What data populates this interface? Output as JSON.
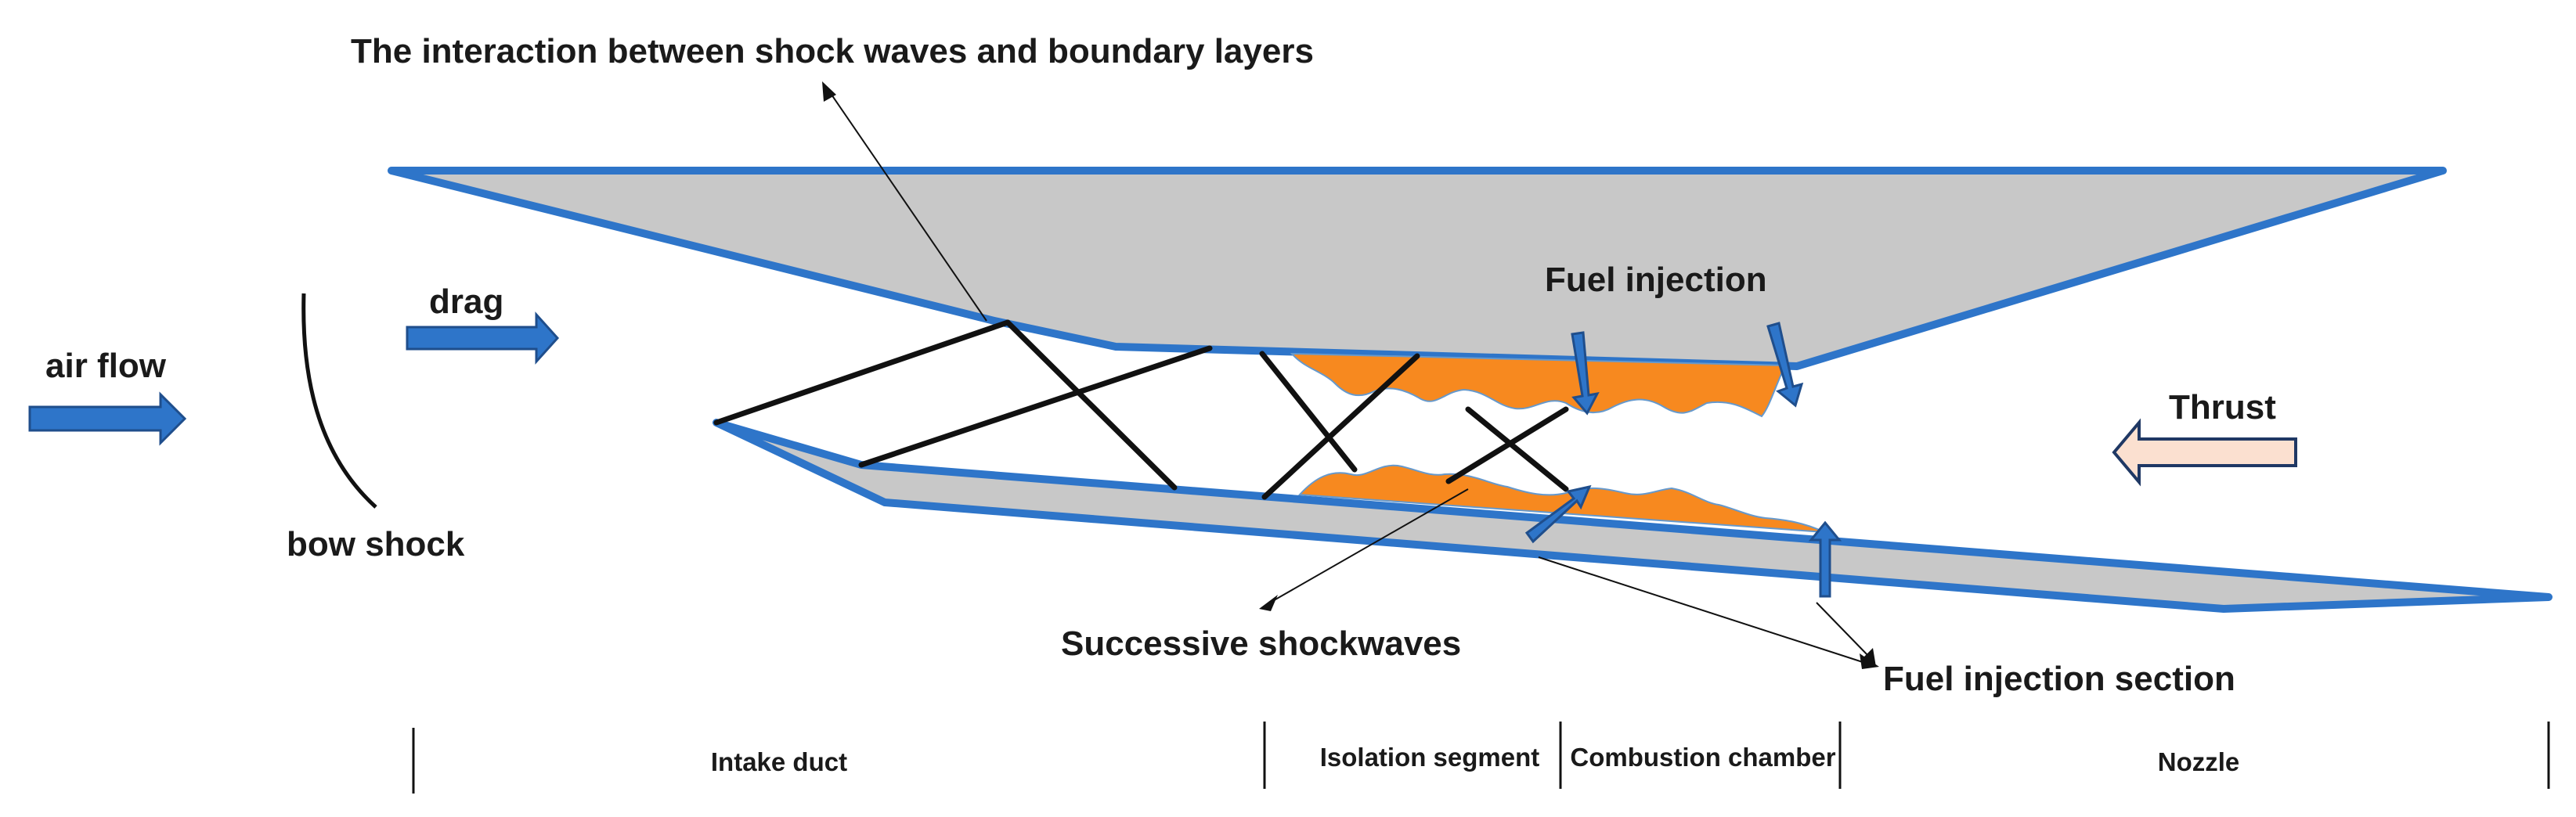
{
  "labels": {
    "interaction": "The interaction between shock waves and boundary layers",
    "fuel_injection": "Fuel injection",
    "drag": "drag",
    "air_flow": "air flow",
    "bow_shock": "bow shock",
    "thrust": "Thrust",
    "successive_shockwaves": "Successive shockwaves",
    "fuel_injection_section": "Fuel injection section"
  },
  "sections": [
    "Intake duct",
    "Isolation segment",
    "Combustion chamber",
    "Nozzle"
  ],
  "colors": {
    "wall_fill": "#c8c8c8",
    "wall_stroke": "#2e75c9",
    "flame": "#f7891f",
    "arrow_blue": "#2e75c9",
    "arrow_blue_dark": "#1f4e8c",
    "thrust_fill": "#fbe0d0",
    "thrust_stroke": "#1f3864",
    "line": "#111111"
  }
}
